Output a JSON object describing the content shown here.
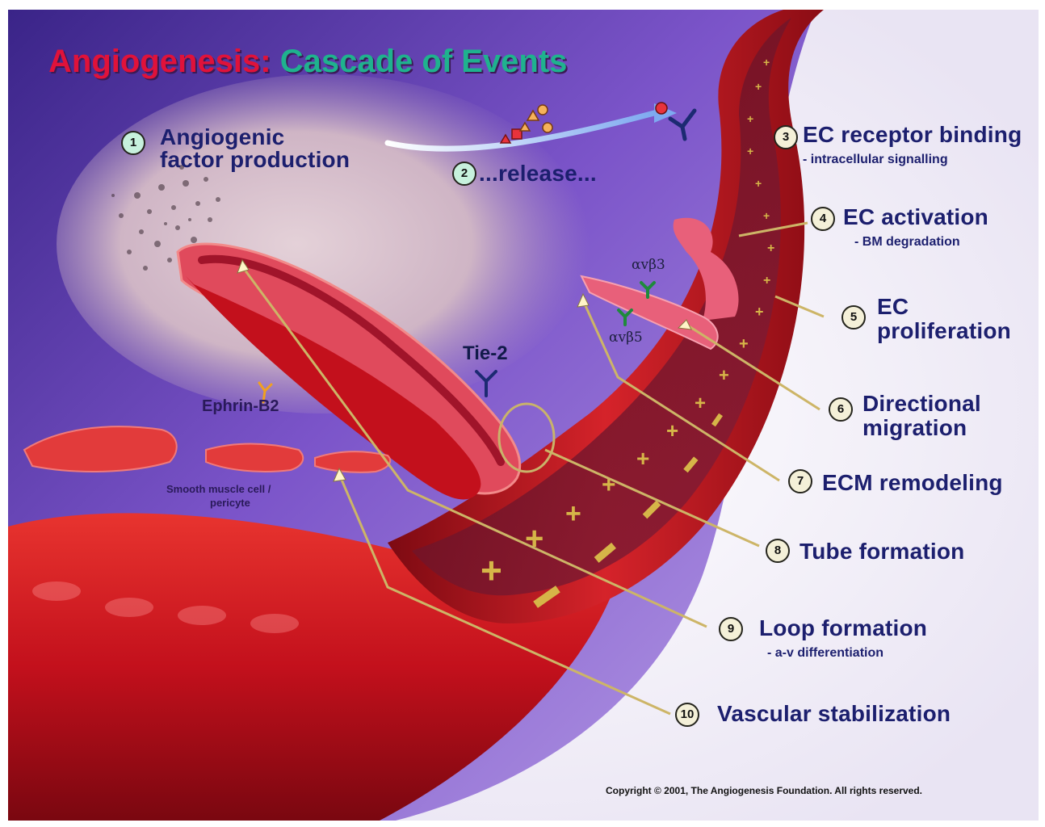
{
  "title_part1": "Angiogenesis:",
  "title_part2": "Cascade of Events",
  "steps": [
    {
      "num": "1",
      "title": "Angiogenic",
      "title2": "factor production"
    },
    {
      "num": "2",
      "title": "...release..."
    },
    {
      "num": "3",
      "title": "EC receptor binding",
      "sub": "- intracellular signalling"
    },
    {
      "num": "4",
      "title": "EC activation",
      "sub": "- BM degradation"
    },
    {
      "num": "5",
      "title": "EC",
      "title2": "proliferation"
    },
    {
      "num": "6",
      "title": "Directional",
      "title2": "migration"
    },
    {
      "num": "7",
      "title": "ECM remodeling"
    },
    {
      "num": "8",
      "title": "Tube formation"
    },
    {
      "num": "9",
      "title": "Loop formation",
      "sub": "-   a-v differentiation"
    },
    {
      "num": "10",
      "title": "Vascular stabilization"
    }
  ],
  "labels": {
    "tie2": "Tie-2",
    "ephrin": "Ephrin-B2",
    "smc_line1": "Smooth muscle cell /",
    "smc_line2": "pericyte",
    "alpha_v_beta3": "αvβ3",
    "alpha_v_beta5": "αvβ5"
  },
  "copyright": "Copyright © 2001, The Angiogenesis Foundation.  All rights reserved.",
  "colors": {
    "title_red": "#e0123a",
    "title_teal": "#1fb28e",
    "label_navy": "#1c1f6e",
    "vessel_red": "#c8101e",
    "background_purple": "#6a3fb4"
  },
  "icons": [
    "numbered-circle-icon",
    "receptor-y-icon",
    "growth-factor-particles-icon",
    "pointer-arrow-icon"
  ]
}
